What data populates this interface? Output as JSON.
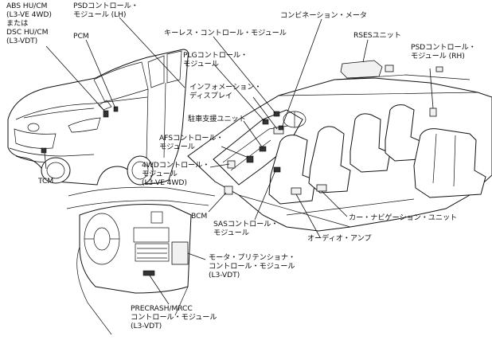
{
  "labels": {
    "abs_hu_cm": [
      "ABS HU/CM",
      "(L3-VE 4WD)",
      "または",
      "DSC HU/CM",
      "(L3-VDT)"
    ],
    "psd_lh": [
      "PSDコントロール・",
      "モジュール (LH)"
    ],
    "pcm": "PCM",
    "keyless": "キーレス・コントロール・モジュール",
    "combination_meter": "コンビネーション・メータ",
    "rses": "RSESユニット",
    "psd_rh": [
      "PSDコントロール・",
      "モジュール (RH)"
    ],
    "plg": [
      "PLGコントロール・",
      "モジュール"
    ],
    "info_display": [
      "インフォメーション・",
      "ディスプレイ"
    ],
    "parking_assist": "駐車支援ユニット",
    "afs": [
      "AFSコントロール・",
      "モジュール"
    ],
    "fourwd": [
      "4WDコントロール・",
      "モジュール",
      "(L3-VE 4WD)"
    ],
    "tcm": "TCM",
    "bcm": "BCM",
    "sas": [
      "SASコントロール・",
      "モジュール"
    ],
    "car_nav": "カー・ナビゲーション・ユニット",
    "audio_amp": "オーディオ・アンプ",
    "motor_pretensioner": [
      "モータ・プリテンショナ・",
      "コントロール・モジュール",
      "(L3-VDT)"
    ],
    "precrash": [
      "PRECRASH/MRCC",
      "コントロール・モジュール",
      "(L3-VDT)"
    ]
  }
}
